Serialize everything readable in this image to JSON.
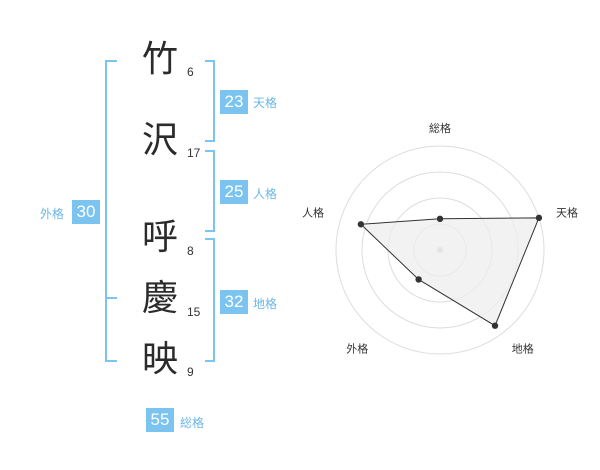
{
  "name": {
    "chars": [
      {
        "char": "竹",
        "strokes": "6"
      },
      {
        "char": "沢",
        "strokes": "17"
      },
      {
        "char": "呼",
        "strokes": "8"
      },
      {
        "char": "慶",
        "strokes": "15"
      },
      {
        "char": "映",
        "strokes": "9"
      }
    ]
  },
  "scores": {
    "tenkaku": {
      "value": "23",
      "label": "天格"
    },
    "jinkaku": {
      "value": "25",
      "label": "人格"
    },
    "chikaku": {
      "value": "32",
      "label": "地格"
    },
    "gaikaku": {
      "value": "30",
      "label": "外格"
    },
    "soukaku": {
      "value": "55",
      "label": "総格"
    }
  },
  "chart_data": {
    "type": "radar",
    "axes": [
      "総格",
      "天格",
      "地格",
      "外格",
      "人格"
    ],
    "values": [
      0.3,
      1.0,
      0.9,
      0.35,
      0.8
    ],
    "rings": 4,
    "colors": {
      "accent": "#7cc4f0",
      "fill": "#eeeeee",
      "line": "#333333"
    }
  }
}
